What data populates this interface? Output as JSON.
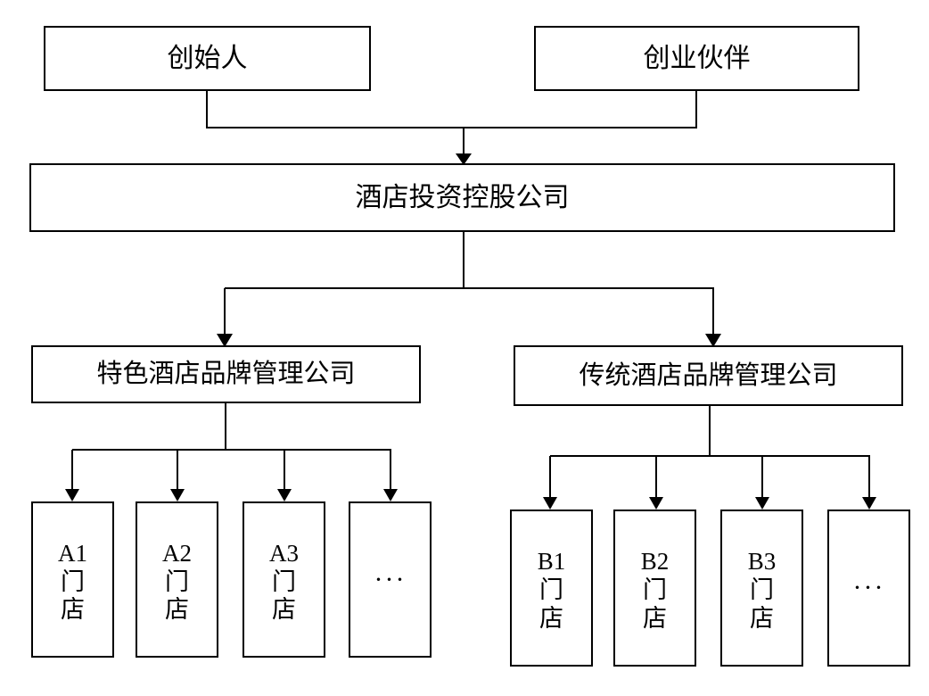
{
  "diagram": {
    "type": "organizational-hierarchy",
    "title": "",
    "colors": {
      "line": "#000000",
      "box_border": "#000000",
      "box_fill": "#ffffff",
      "text": "#000000"
    },
    "levels": [
      {
        "level": 1,
        "nodes": [
          {
            "id": "founder",
            "label": "创始人"
          },
          {
            "id": "partner",
            "label": "创业伙伴"
          }
        ]
      },
      {
        "level": 2,
        "nodes": [
          {
            "id": "holding",
            "label": "酒店投资控股公司"
          }
        ]
      },
      {
        "level": 3,
        "nodes": [
          {
            "id": "brand-a",
            "label": "特色酒店品牌管理公司"
          },
          {
            "id": "brand-b",
            "label": "传统酒店品牌管理公司"
          }
        ]
      },
      {
        "level": 4,
        "nodes": [
          {
            "id": "store-a1",
            "label": "A1\n门\n店"
          },
          {
            "id": "store-a2",
            "label": "A2\n门\n店"
          },
          {
            "id": "store-a3",
            "label": "A3\n门\n店"
          },
          {
            "id": "store-a-more",
            "label": "···"
          },
          {
            "id": "store-b1",
            "label": "B1\n门\n店"
          },
          {
            "id": "store-b2",
            "label": "B2\n门\n店"
          },
          {
            "id": "store-b3",
            "label": "B3\n门\n店"
          },
          {
            "id": "store-b-more",
            "label": "···"
          }
        ]
      }
    ],
    "edges": [
      {
        "from": "founder",
        "to": "holding"
      },
      {
        "from": "partner",
        "to": "holding"
      },
      {
        "from": "holding",
        "to": "brand-a"
      },
      {
        "from": "holding",
        "to": "brand-b"
      },
      {
        "from": "brand-a",
        "to": "store-a1"
      },
      {
        "from": "brand-a",
        "to": "store-a2"
      },
      {
        "from": "brand-a",
        "to": "store-a3"
      },
      {
        "from": "brand-a",
        "to": "store-a-more"
      },
      {
        "from": "brand-b",
        "to": "store-b1"
      },
      {
        "from": "brand-b",
        "to": "store-b2"
      },
      {
        "from": "brand-b",
        "to": "store-b3"
      },
      {
        "from": "brand-b",
        "to": "store-b-more"
      }
    ]
  }
}
